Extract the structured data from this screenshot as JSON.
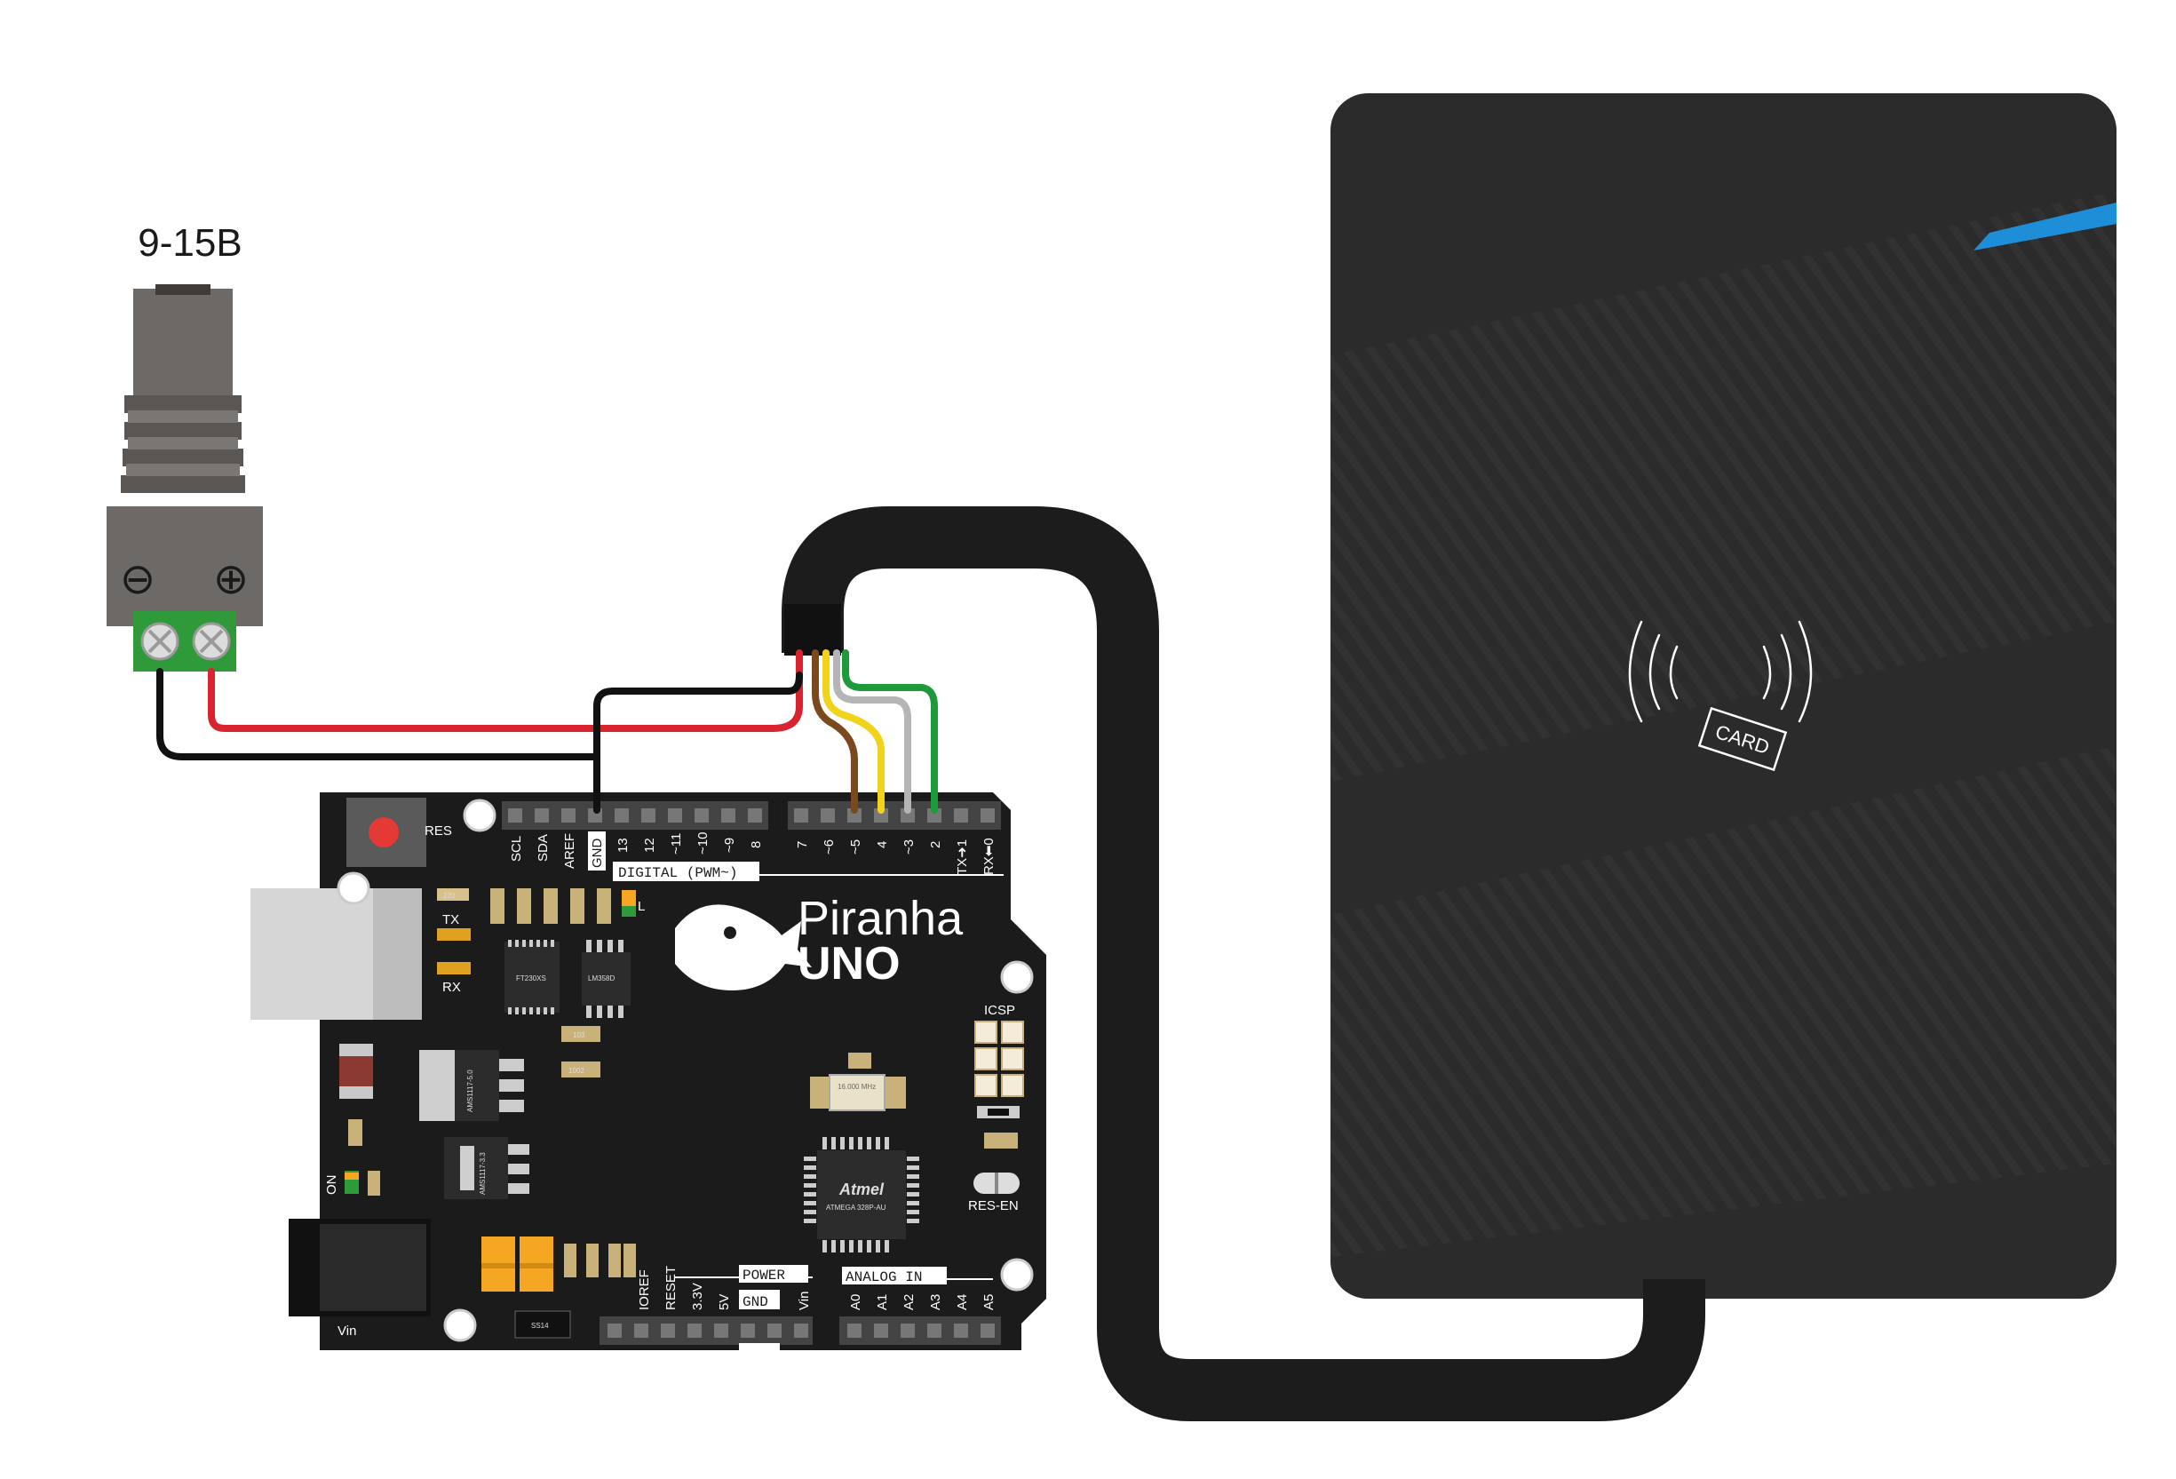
{
  "power_supply": {
    "voltage_label": "9-15В",
    "minus_symbol": "⊖",
    "plus_symbol": "⊕"
  },
  "board": {
    "brand": "Piranha",
    "model": "UNO",
    "reset_label": "RES",
    "tx_led_label": "TX",
    "rx_led_label": "RX",
    "on_led_label": "ON",
    "l_led_label": "L",
    "icsp_label": "ICSP",
    "res_en_label": "RES-EN",
    "vin_jack_label": "Vin",
    "digital_header_label": "DIGITAL (PWM~)",
    "power_header_label": "POWER",
    "analog_header_label": "ANALOG IN",
    "top_left_pins": [
      "SCL",
      "SDA",
      "AREF",
      "GND",
      "13",
      "12",
      "~11",
      "~10",
      "~9",
      "8"
    ],
    "top_right_pins": [
      "7",
      "~6",
      "~5",
      "4",
      "~3",
      "2",
      "TX➜1",
      "RX⬅0"
    ],
    "power_pins": [
      "IOREF",
      "RESET",
      "3.3V",
      "5V",
      "GND",
      "Vin"
    ],
    "analog_pins": [
      "A0",
      "A1",
      "A2",
      "A3",
      "A4",
      "A5"
    ],
    "chips": {
      "usb_uart": "FT230XS",
      "opamp": "LM358D",
      "reg5": "AMS1117-5.0",
      "reg33": "AMS1117-3.3",
      "mcu": "ATMEGA 328P-AU",
      "mcu_logo": "Atmel",
      "crystal": "16.000 MHz",
      "diode": "SS14",
      "res_small": "103",
      "res_1002": "1002",
      "res_220": "220"
    }
  },
  "reader": {
    "card_label": "CARD"
  },
  "colors": {
    "board": "#1b1b1b",
    "reader": "#2b2b2b",
    "accent_blue": "#1e8ed8",
    "wire_red": "#d9232e",
    "wire_black": "#111111",
    "wire_brown": "#7a4a1e",
    "wire_yellow": "#f2d31b",
    "wire_gray": "#b5b5b5",
    "wire_green": "#1f9a3a",
    "terminal_green": "#2e9a3a"
  }
}
